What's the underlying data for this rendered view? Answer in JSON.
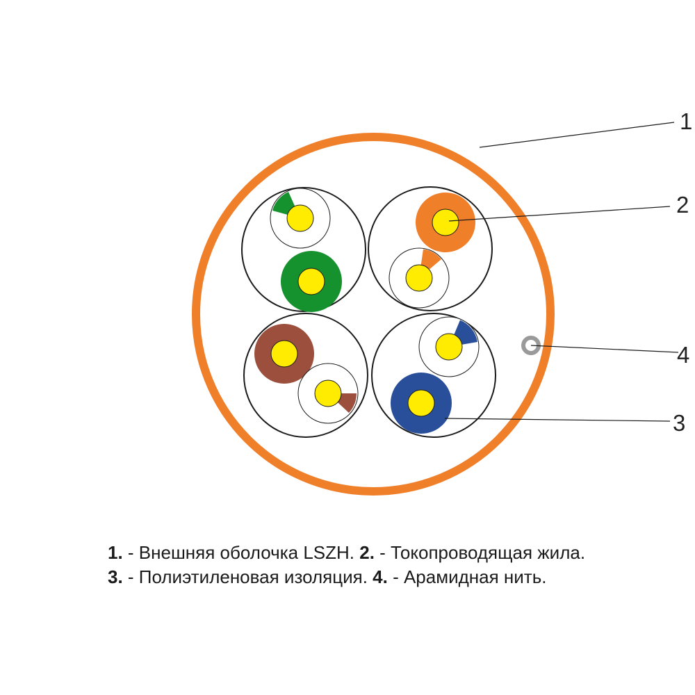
{
  "diagram": {
    "colors": {
      "jacket": "#f07f2a",
      "conductor": "#ffec00",
      "green": "#15922e",
      "orange": "#f07f2a",
      "brown": "#9b4f3c",
      "blue": "#2a4f9a",
      "aramid": "#9a9a9a",
      "line": "#1a1a1a"
    },
    "callouts": [
      "1",
      "2",
      "4",
      "3"
    ]
  },
  "legend": {
    "line1": {
      "n1": "1.",
      "t1": " - Внешняя оболочка LSZH. ",
      "n2": "2.",
      "t2": " - Токопроводящая жила."
    },
    "line2": {
      "n3": "3.",
      "t3": " - Полиэтиленовая изоляция. ",
      "n4": "4.",
      "t4": " - Арамидная нить."
    }
  }
}
